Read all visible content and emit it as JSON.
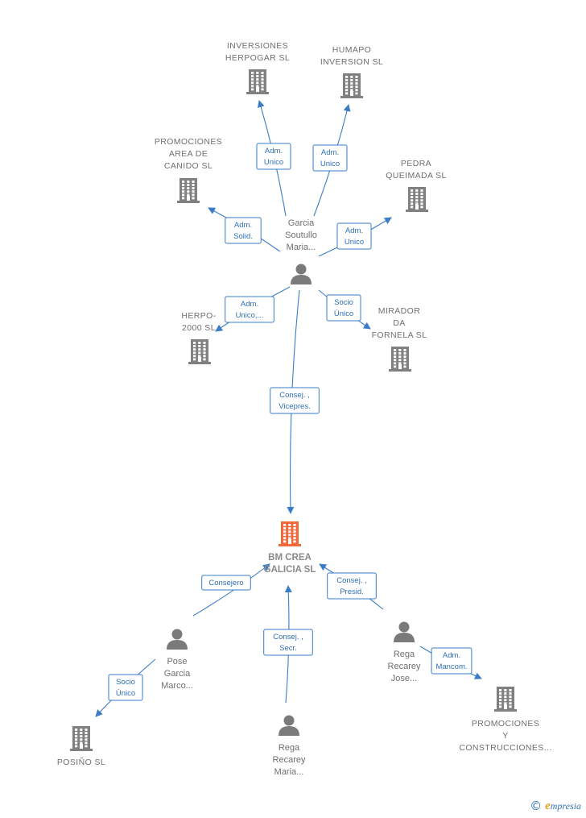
{
  "colors": {
    "company": "#808080",
    "main": "#f26a3c",
    "person": "#7a7a7a",
    "edge": "#3a7cc8",
    "box_border": "#3a7cc8"
  },
  "nodes": [
    {
      "id": "inversiones",
      "type": "company",
      "lines": [
        "INVERSIONES",
        "HERPOGAR  SL"
      ]
    },
    {
      "id": "humapo",
      "type": "company",
      "lines": [
        "HUMAPO",
        "INVERSION  SL"
      ]
    },
    {
      "id": "promociones_area",
      "type": "company",
      "lines": [
        "PROMOCIONES",
        "AREA DE",
        "CANIDO SL"
      ]
    },
    {
      "id": "pedra",
      "type": "company",
      "lines": [
        "PEDRA",
        "QUEIMADA  SL"
      ]
    },
    {
      "id": "garcia_maria",
      "type": "person",
      "lines": [
        "Garcia",
        "Soutullo",
        "Maria..."
      ]
    },
    {
      "id": "herpo",
      "type": "company",
      "lines": [
        "HERPO-",
        "2000 SL"
      ]
    },
    {
      "id": "mirador",
      "type": "company",
      "lines": [
        "MIRADOR",
        "DA",
        "FORNELA  SL"
      ]
    },
    {
      "id": "bmcrea",
      "type": "main",
      "lines": [
        "BM CREA",
        "GALICIA  SL"
      ]
    },
    {
      "id": "pose",
      "type": "person",
      "lines": [
        "Pose",
        "Garcia",
        "Marco..."
      ]
    },
    {
      "id": "rega_jose",
      "type": "person",
      "lines": [
        "Rega",
        "Recarey",
        "Jose..."
      ]
    },
    {
      "id": "posino",
      "type": "company",
      "lines": [
        "POSIÑO SL"
      ]
    },
    {
      "id": "rega_maria",
      "type": "person",
      "lines": [
        "Rega",
        "Recarey",
        "Maria..."
      ]
    },
    {
      "id": "promociones_y",
      "type": "company",
      "lines": [
        "PROMOCIONES",
        "Y",
        "CONSTRUCCIONES..."
      ]
    }
  ],
  "edges": [
    {
      "from": "garcia_maria",
      "to": "inversiones",
      "label": [
        "Adm.",
        "Unico"
      ]
    },
    {
      "from": "garcia_maria",
      "to": "humapo",
      "label": [
        "Adm.",
        "Unico"
      ]
    },
    {
      "from": "garcia_maria",
      "to": "promociones_area",
      "label": [
        "Adm.",
        "Solid."
      ]
    },
    {
      "from": "garcia_maria",
      "to": "pedra",
      "label": [
        "Adm.",
        "Unico"
      ]
    },
    {
      "from": "garcia_maria",
      "to": "herpo",
      "label": [
        "Adm.",
        "Unico,..."
      ]
    },
    {
      "from": "garcia_maria",
      "to": "mirador",
      "label": [
        "Socio",
        "Único"
      ]
    },
    {
      "from": "garcia_maria",
      "to": "bmcrea",
      "label": [
        "Consej. ,",
        "Vicepres."
      ]
    },
    {
      "from": "pose",
      "to": "bmcrea",
      "label": [
        "Consejero"
      ]
    },
    {
      "from": "rega_maria",
      "to": "bmcrea",
      "label": [
        "Consej. ,",
        "Secr."
      ]
    },
    {
      "from": "rega_jose",
      "to": "bmcrea",
      "label": [
        "Consej. ,",
        "Presid."
      ]
    },
    {
      "from": "pose",
      "to": "posino",
      "label": [
        "Socio",
        "Único"
      ]
    },
    {
      "from": "rega_jose",
      "to": "promociones_y",
      "label": [
        "Adm.",
        "Mancom."
      ]
    }
  ],
  "footer": {
    "copyright_symbol": "©",
    "brand_first_letter": "e",
    "brand_rest": "mpresia"
  }
}
